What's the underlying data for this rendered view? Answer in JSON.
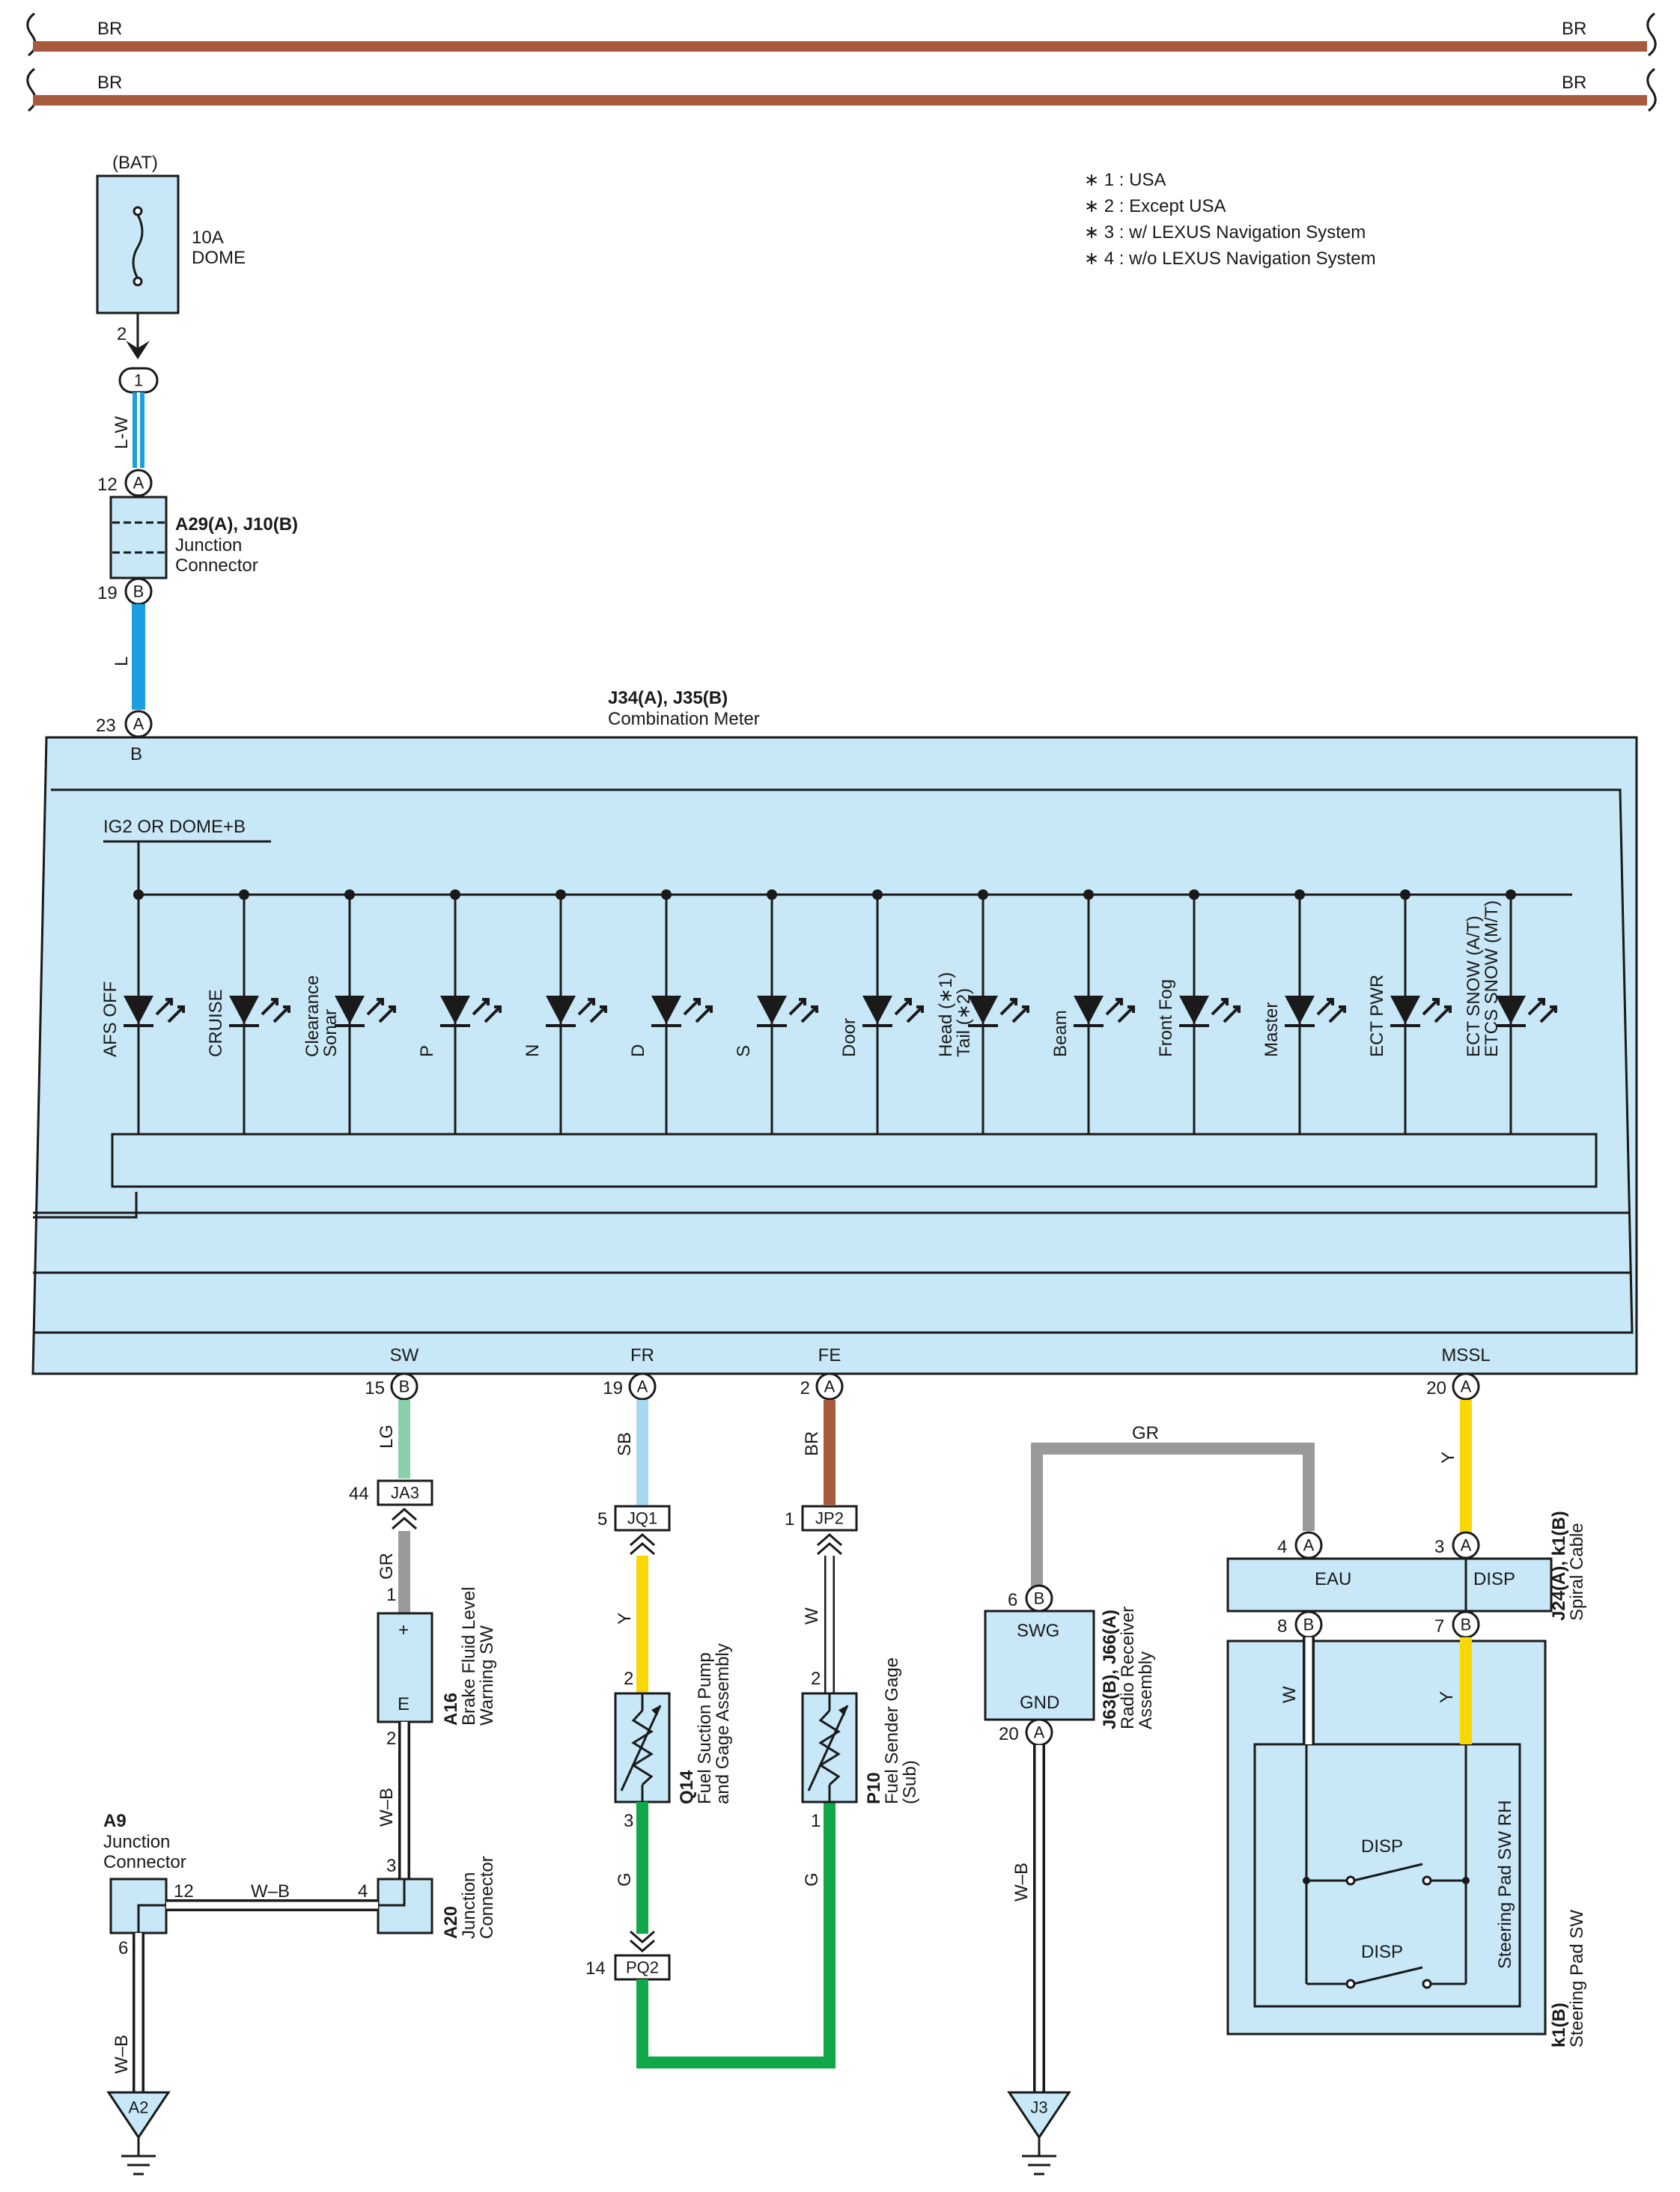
{
  "colors": {
    "BR": "#a85a3c",
    "L": "#1aa0e0",
    "LG": "#88d0a8",
    "GR": "#9a9a9a",
    "SB": "#a8d8f0",
    "Y": "#f8d800",
    "G": "#10a848",
    "W": "#ffffff",
    "WB": "#ffffff",
    "component_fill": "#c8e8f8"
  },
  "top_wires": {
    "left_a": "BR",
    "right_a": "BR",
    "left_b": "BR",
    "right_b": "BR"
  },
  "notes": [
    "∗ 1 : USA",
    "∗ 2 : Except USA",
    "∗ 3 : w/ LEXUS Navigation System",
    "∗ 4 : w/o LEXUS Navigation System"
  ],
  "fuse": {
    "source": "(BAT)",
    "rating": "10A",
    "name": "DOME",
    "pin_out": "2",
    "connector": "1"
  },
  "junction1": {
    "title": "A29(A), J10(B)",
    "line1": "Junction",
    "line2": "Connector",
    "pin_top": "12",
    "pin_top_letter": "A",
    "pin_bottom": "19",
    "pin_bottom_letter": "B",
    "wire_top": "L-W",
    "wire_bottom": "L"
  },
  "meter": {
    "title": "J34(A), J35(B)",
    "name": "Combination Meter",
    "pin_in": "23",
    "pin_in_letter": "A",
    "pin_in_label": "B",
    "bus_label": "IG2 OR DOME+B",
    "lamps": [
      "AFS OFF",
      "CRUISE",
      "Clearance|Sonar",
      "P",
      "N",
      "D",
      "S",
      "Door",
      "Head (∗1)|Tail (∗2)",
      "Beam",
      "Front Fog",
      "Master",
      "ECT PWR",
      "ECT SNOW (A/T)|ETCS SNOW (M/T)"
    ],
    "terminals": [
      {
        "label": "SW",
        "pin": "15",
        "letter": "B"
      },
      {
        "label": "FR",
        "pin": "19",
        "letter": "A"
      },
      {
        "label": "FE",
        "pin": "2",
        "letter": "A"
      },
      {
        "label": "MSSL",
        "pin": "20",
        "letter": "A"
      }
    ]
  },
  "brake": {
    "wire_top": "LG",
    "conn": "JA3",
    "conn_pin": "44",
    "wire_mid": "GR",
    "pin_top": "1",
    "plus": "+",
    "minus": "E",
    "pin_bottom": "2",
    "code": "A16",
    "name1": "Brake Fluid Level",
    "name2": "Warning SW",
    "wire_bottom": "W–B"
  },
  "a20": {
    "code": "A20",
    "name1": "Junction",
    "name2": "Connector",
    "pin_top": "3",
    "pin_left": "4"
  },
  "a9": {
    "code": "A9",
    "name1": "Junction",
    "name2": "Connector",
    "pin_right": "12",
    "pin_bottom": "6",
    "wire_h": "W–B",
    "wire_v": "W–B",
    "ground": "A2"
  },
  "pump": {
    "wire_top": "SB",
    "conn": "JQ1",
    "conn_pin": "5",
    "wire_mid": "Y",
    "pin_top": "2",
    "pin_bottom": "3",
    "code": "Q14",
    "name1": "Fuel Suction Pump",
    "name2": "and Gage Assembly",
    "wire_bottom": "G",
    "conn2": "PQ2",
    "conn2_pin": "14"
  },
  "sender": {
    "wire_top": "BR",
    "conn": "JP2",
    "conn_pin": "1",
    "wire_mid": "W",
    "pin_top": "2",
    "pin_bottom": "1",
    "code": "P10",
    "name1": "Fuel Sender Gage",
    "name2": "(Sub)",
    "wire_bottom": "G"
  },
  "radio": {
    "code": "J63(B), J66(A)",
    "name1": "Radio Receiver",
    "name2": "Assembly",
    "pin_top": "6",
    "pin_top_letter": "B",
    "term_top": "SWG",
    "pin_bottom": "20",
    "pin_bottom_letter": "A",
    "term_bottom": "GND",
    "wire_gr": "GR",
    "wire_ground": "W–B",
    "ground": "J3"
  },
  "spiral": {
    "code": "J24(A), k1(B)",
    "name": "Spiral Cable",
    "left_top_pin": "4",
    "left_top_letter": "A",
    "right_top_pin": "3",
    "right_top_letter": "A",
    "left_label": "EAU",
    "right_label": "DISP",
    "left_bot_pin": "8",
    "left_bot_letter": "B",
    "right_bot_pin": "7",
    "right_bot_letter": "B",
    "wire_y_top": "Y",
    "wire_w": "W",
    "wire_y": "Y"
  },
  "steering": {
    "code": "k1(B)",
    "name": "Steering Pad SW",
    "inner_name": "Steering Pad SW RH",
    "switch1": "DISP",
    "switch2": "DISP"
  }
}
